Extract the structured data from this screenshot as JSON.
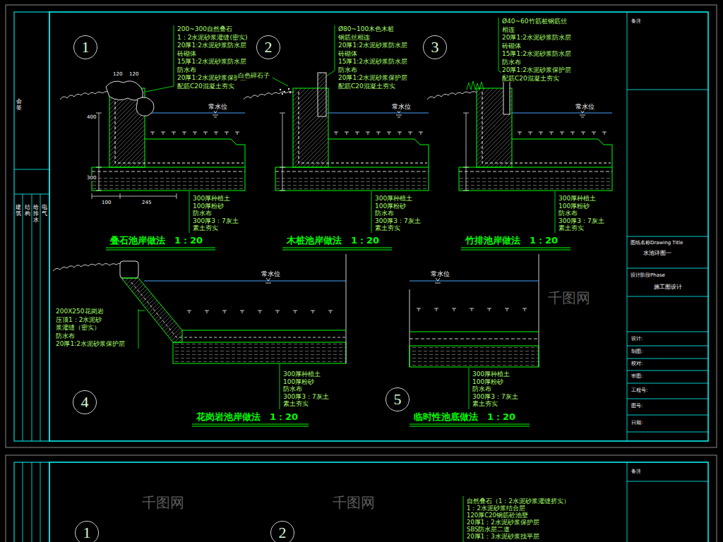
{
  "diagram": {
    "nodes": [
      {
        "text": [
          "1"
        ]
      },
      {
        "text": [
          "2"
        ]
      },
      {
        "text": [
          "3"
        ]
      },
      {
        "text": [
          "4"
        ]
      },
      {
        "text": [
          "5"
        ]
      },
      {
        "text": [
          "1"
        ]
      },
      {
        "text": [
          "2"
        ]
      }
    ],
    "labels": [
      "200~300自然叠石",
      "1：2水泥砂浆灌缝(密实)",
      "20厚1:2水泥砂浆防水层",
      "砖砌体",
      "15厚1:2水泥砂浆防水层",
      "防水布",
      "20厚1:2水泥砂浆保护层",
      "配筋C20混凝土夯实",
      "Ø80~100木色木桩",
      "钢筋丝相连",
      "20厚1:2水泥砂浆防水层",
      "砖砌体",
      "15厚1:2水泥砂浆防水层",
      "防水布",
      "20厚1:2水泥砂浆保护层",
      "配筋C20混凝土夯实",
      "Ø40~60竹筋桩钢筋丝",
      "相连",
      "20厚1:2水泥砂浆防水层",
      "砖砌体",
      "15厚1:2水泥砂浆防水层",
      "防水布",
      "20厚1:2水泥砂浆保护层",
      "配筋C20混凝土夯实",
      "白色碎石子",
      "300厚种植土",
      "100厚粉砂",
      "防水布",
      "300厚3：7灰土",
      "素土夯实",
      "300厚种植土",
      "100厚粉砂",
      "防水布",
      "300厚3：7灰土",
      "素土夯实",
      "300厚种植土",
      "100厚粉砂",
      "防水布",
      "300厚3：7灰土",
      "素土夯实",
      "200X250花岗岩",
      "压顶1：2水泥砂",
      "浆灌缝（密实）",
      "防水布",
      "20厚1:2水泥砂浆保护层",
      "300厚种植土",
      "100厚粉砂",
      "防水布",
      "300厚3：7灰土",
      "素土夯实",
      "300厚种植土",
      "100厚粉砂",
      "防水布",
      "300厚3：7灰土",
      "素土夯实",
      "常水位",
      "常水位",
      "常水位",
      "常水位",
      "常水位",
      "叠石池岸做法　1：20",
      "木桩池岸做法　1：20",
      "竹排池岸做法　1：20",
      "花岗岩池岸做法　1：20",
      "临时性池底做法　1：20",
      "120",
      "120",
      "400",
      "300",
      "100",
      "245",
      "备注",
      "图纸名称Drawing Title",
      "水池详图一",
      "设计阶段Phase",
      "施工图设计",
      "设计:",
      "制图:",
      "校对:",
      "审图:",
      "工程号:",
      "图号:",
      "日期:",
      "会签",
      "建筑",
      "结构",
      "给排水",
      "电气",
      "千图网",
      "千图网",
      "千图网",
      "自然叠石（1：2水泥砂浆灌缝挤实）",
      "1：2水泥砂浆结合层",
      "120厚C20钢筋砼池壁",
      "20厚1：2水泥砂浆保护层",
      "SBS防水层二道",
      "20厚1：3水泥砂浆找平层",
      "备注"
    ]
  }
}
